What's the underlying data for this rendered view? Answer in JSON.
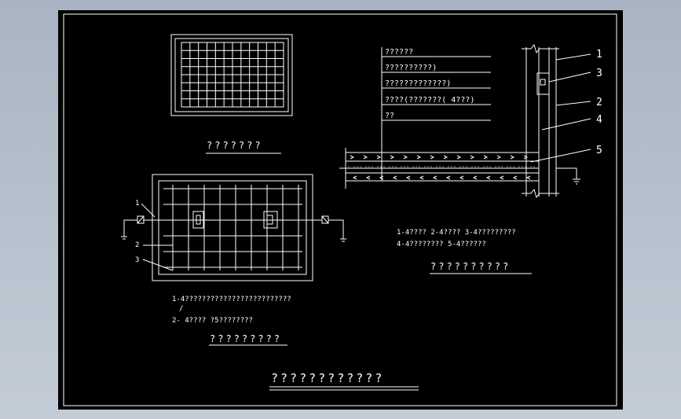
{
  "colors": {
    "background": "#b4bfcc",
    "sheet": "#000000",
    "line": "#ffffff"
  },
  "drawing": {
    "top_caption": "???????",
    "plan_caption": "?????????",
    "plan_labels": [
      "1",
      "2",
      "3"
    ],
    "plan_notes": [
      "1-4?????????????????????????",
      "/",
      "2- 4????    ?5????????"
    ],
    "section_rows": [
      "??????",
      "??????????)",
      "?????????????)",
      "????(???????(    4???)",
      "??"
    ],
    "section_callouts": [
      "1",
      "3",
      "2",
      "4",
      "5"
    ],
    "section_notes": [
      "1-4????   2-4????   3-4?????????",
      "4-4????????    5-4??????"
    ],
    "section_caption": "??????????",
    "main_title": "????????????"
  }
}
